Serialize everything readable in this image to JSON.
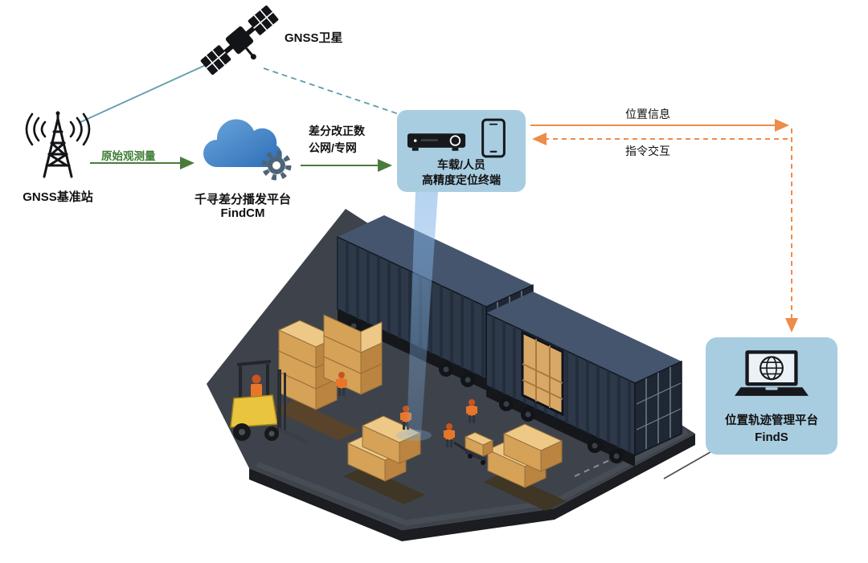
{
  "nodes": {
    "satellite": {
      "label": "GNSS卫星"
    },
    "base_station": {
      "label": "GNSS基准站"
    },
    "cloud_platform": {
      "name": "千寻差分播发平台",
      "product": "FindCM"
    },
    "terminal": {
      "line1": "车载/人员",
      "line2": "高精度定位终端"
    },
    "management_platform": {
      "name": "位置轨迹管理平台",
      "product": "FindS"
    }
  },
  "edges": {
    "raw_observation": {
      "label": "原始观测量"
    },
    "correction": {
      "line1": "差分改正数",
      "line2": "公网/专网"
    },
    "position_info": {
      "label": "位置信息"
    },
    "command_interaction": {
      "label": "指令交互"
    }
  },
  "icons": [
    "satellite-icon",
    "radio-tower-icon",
    "cloud-gear-icon",
    "dvr-receiver-icon",
    "smartphone-icon",
    "laptop-globe-icon",
    "warehouse-illustration"
  ],
  "colors": {
    "panel_blue": "#a9cde0",
    "arrow_green": "#4b7b3c",
    "label_green": "#3e7c35",
    "arrow_orange": "#ee8c4a",
    "line_teal": "#5f9bab",
    "beam_blue": "#82b4e6",
    "container_navy": "#2d3849",
    "platform_dark": "#3e434b",
    "box_tan": "#d6a258",
    "forklift_yellow": "#e9c53f"
  }
}
